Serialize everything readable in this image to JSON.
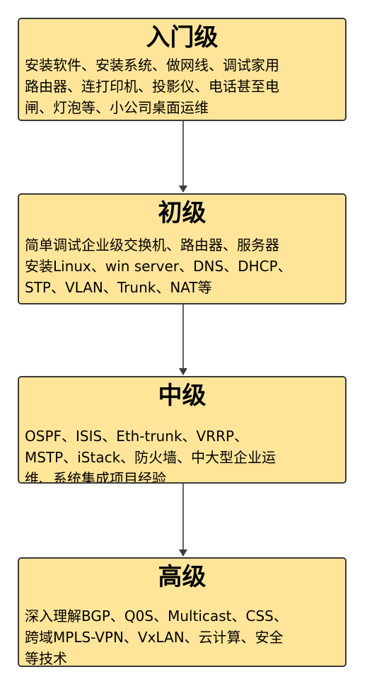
{
  "levels": [
    {
      "title": "入门级",
      "lines": [
        "安装软件、安装系统、做网线、调试家用",
        "路由器、连打印机、投影仪、电话甚至电",
        "闸、灯泡等、小公司桌面运维"
      ]
    },
    {
      "title": "初级",
      "lines": [
        "简单调试企业级交换机、路由器、服务器",
        "安装Linux、win server、DNS、DHCP、",
        "STP、VLAN、Trunk、NAT等"
      ]
    },
    {
      "title": "中级",
      "lines": [
        "OSPF、ISIS、Eth-trunk、VRRP、",
        "MSTP、iStack、防火墙、中大型企业运",
        "维、系统集成项目经验"
      ]
    },
    {
      "title": "高级",
      "lines": [
        "深入理解BGP、Q0S、Multicast、CSS、",
        "跨域MPLS-VPN、VxLAN、云计算、安全",
        "等技术"
      ]
    }
  ],
  "colors": {
    "box_fill": "#ffe599",
    "box_border": "#3a3a3a",
    "arrow": "#3a3a3a"
  }
}
